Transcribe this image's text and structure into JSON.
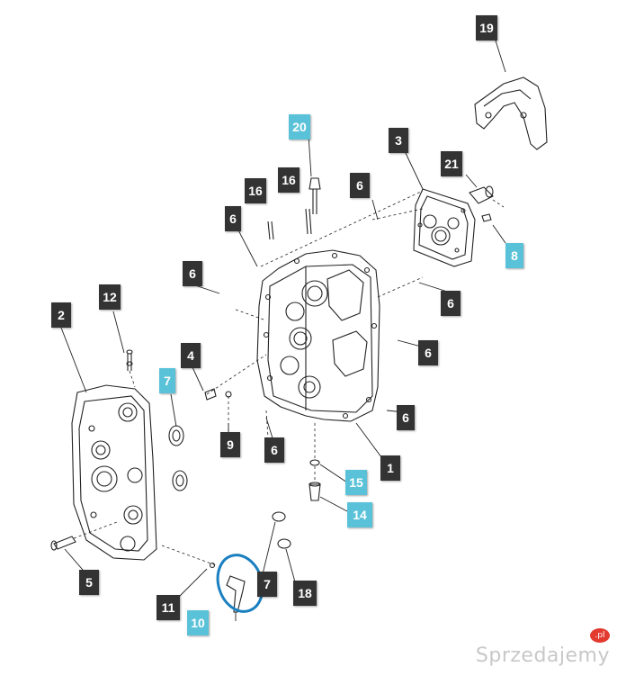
{
  "colors": {
    "label_dark": "#333333",
    "label_highlight": "#5ac2d8",
    "highlight_circle": "#1a7fc0",
    "line": "#222222",
    "watermark": "#c8c8c8",
    "watermark_badge": "#e33a30"
  },
  "labels": {
    "p19": "19",
    "p20": "20",
    "p3": "3",
    "p16a": "16",
    "p16b": "16",
    "p6a": "6",
    "p21": "21",
    "p6b": "6",
    "p8": "8",
    "p6c": "6",
    "p12": "12",
    "p6d": "6",
    "p2": "2",
    "p4": "4",
    "p6e": "6",
    "p7a": "7",
    "p6f": "6",
    "p9": "9",
    "p6g": "6",
    "p1": "1",
    "p15": "15",
    "p14": "14",
    "p5": "5",
    "p7b": "7",
    "p18": "18",
    "p11": "11",
    "p10": "10"
  },
  "watermark": {
    "text": "Sprzedajemy",
    "badge": ".pl"
  }
}
